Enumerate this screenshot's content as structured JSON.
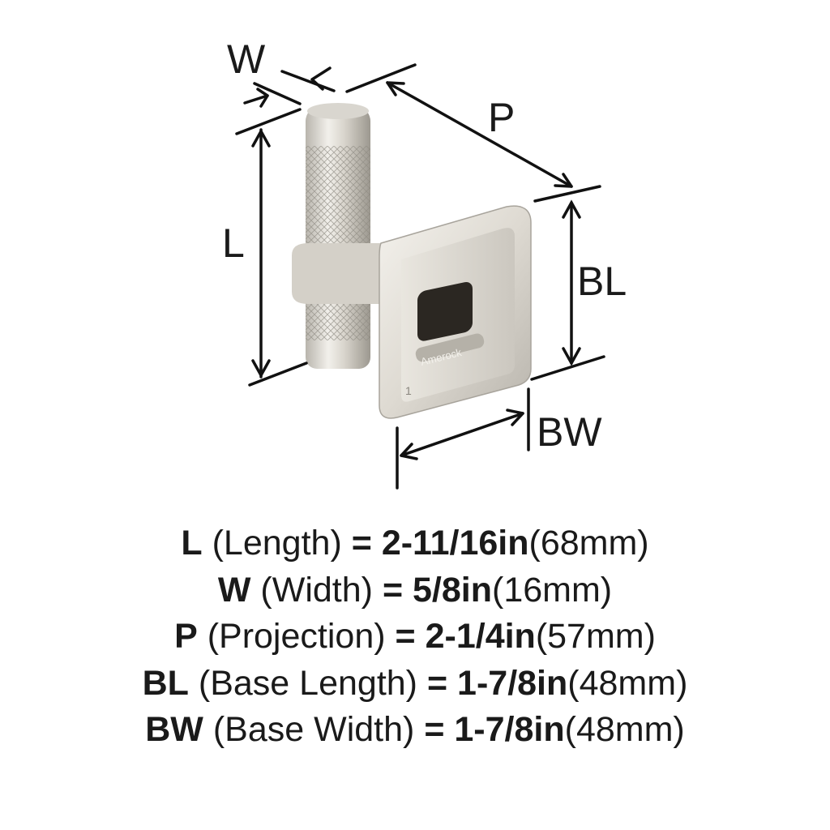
{
  "diagram": {
    "subject": "cabinet knob/hook with knurled cylindrical post and square base",
    "brand_mark": "Amerock",
    "base_marking": "1",
    "dimension_labels": {
      "W": "W",
      "L": "L",
      "P": "P",
      "BL": "BL",
      "BW": "BW"
    },
    "colors": {
      "metal_light": "#e6e3dc",
      "metal_mid": "#c9c5bc",
      "metal_dark": "#8e8a82",
      "line": "#111111"
    }
  },
  "specs": [
    {
      "abbr": "L",
      "name": "(Length)",
      "eq": "=",
      "imperial": "2-11/16in",
      "metric": "(68mm)"
    },
    {
      "abbr": "W",
      "name": "(Width)",
      "eq": "=",
      "imperial": "5/8in",
      "metric": "(16mm)"
    },
    {
      "abbr": "P",
      "name": "(Projection)",
      "eq": "=",
      "imperial": "2-1/4in",
      "metric": "(57mm)"
    },
    {
      "abbr": "BL",
      "name": "(Base Length)",
      "eq": "=",
      "imperial": "1-7/8in",
      "metric": "(48mm)"
    },
    {
      "abbr": "BW",
      "name": "(Base Width)",
      "eq": "=",
      "imperial": "1-7/8in",
      "metric": "(48mm)"
    }
  ]
}
